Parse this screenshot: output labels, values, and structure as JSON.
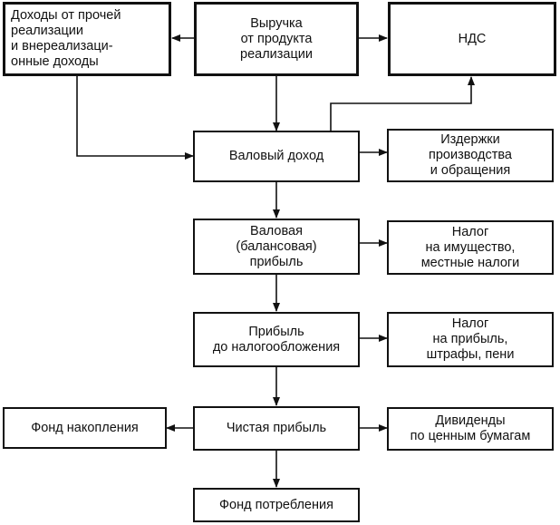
{
  "boxes": {
    "other_income": "Доходы от прочей\nреализации\nи внереализаци-\nонные доходы",
    "revenue": "Выручка\nот продукта\nреализации",
    "vat": "НДС",
    "gross_income": "Валовый доход",
    "costs": "Издержки\nпроизводства\nи обращения",
    "gross_profit": "Валовая\n(балансовая)\nприбыль",
    "property_tax": "Налог\nна имущество,\nместные налоги",
    "pretax_profit": "Прибыль\nдо налогообложения",
    "profit_tax": "Налог\nна прибыль,\nштрафы, пени",
    "net_profit": "Чистая прибыль",
    "accumulation_fund": "Фонд накопления",
    "dividends": "Дивиденды\nпо ценным бумагам",
    "consumption_fund": "Фонд потребления"
  }
}
